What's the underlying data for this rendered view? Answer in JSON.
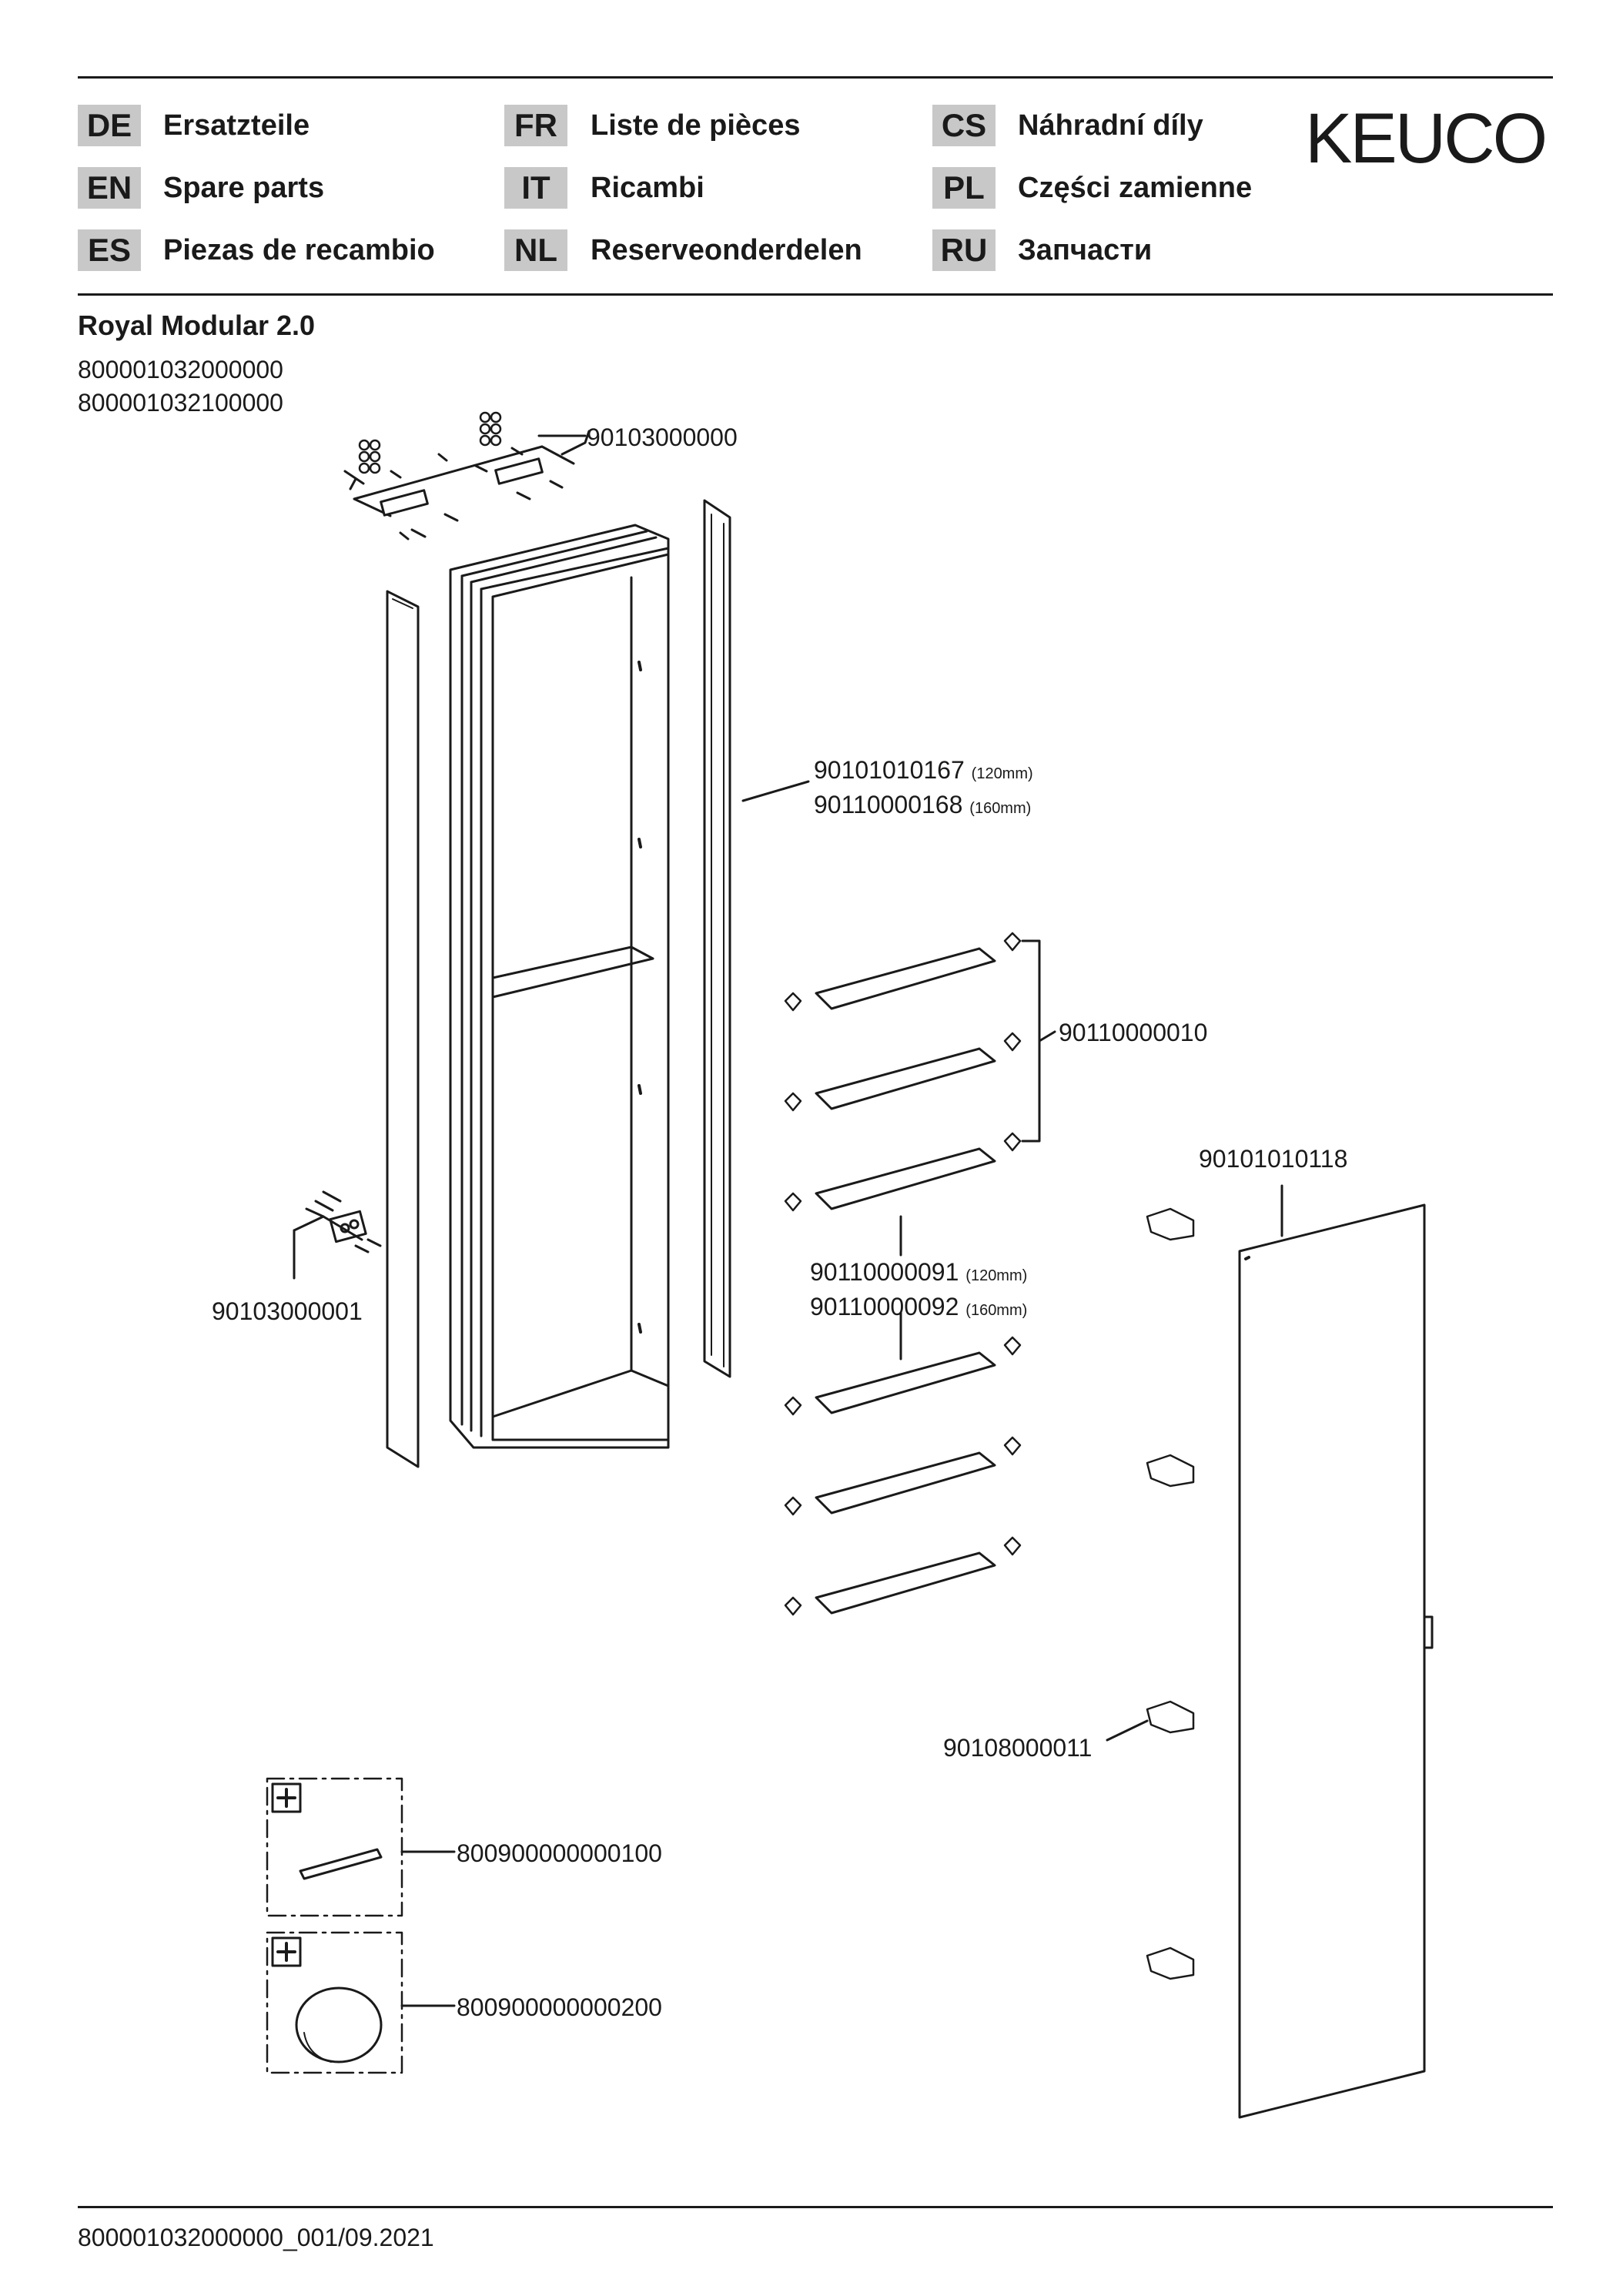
{
  "header": {
    "languages": [
      {
        "code": "DE",
        "label": "Ersatzteile"
      },
      {
        "code": "EN",
        "label": "Spare parts"
      },
      {
        "code": "ES",
        "label": "Piezas de recambio"
      },
      {
        "code": "FR",
        "label": "Liste de pièces"
      },
      {
        "code": "IT",
        "label": "Ricambi"
      },
      {
        "code": "NL",
        "label": "Reserveonderdelen"
      },
      {
        "code": "CS",
        "label": "Náhradní díly"
      },
      {
        "code": "PL",
        "label": "Części zamienne"
      },
      {
        "code": "RU",
        "label": "Запчасти"
      }
    ],
    "logo": "KEUCO"
  },
  "product": {
    "title": "Royal Modular 2.0",
    "article_numbers": [
      "800001032000000",
      "800001032100000"
    ]
  },
  "parts": {
    "mounting_set_top": "90103000000",
    "side_profile": {
      "line1_num": "90101010167",
      "line1_size": "(120mm)",
      "line2_num": "90110000168",
      "line2_size": "(160mm)"
    },
    "shelf_holders": "90110000010",
    "door": "90101010118",
    "glass_shelf": {
      "line1_num": "90110000091",
      "line1_size": "(120mm)",
      "line2_num": "90110000092",
      "line2_size": "(160mm)"
    },
    "mounting_set_side": "90103000001",
    "hinge": "90108000011",
    "accessory_bar": "800900000000100",
    "accessory_mirror": "800900000000200"
  },
  "footer": {
    "doc_id": "800001032000000_001/09.2021"
  }
}
